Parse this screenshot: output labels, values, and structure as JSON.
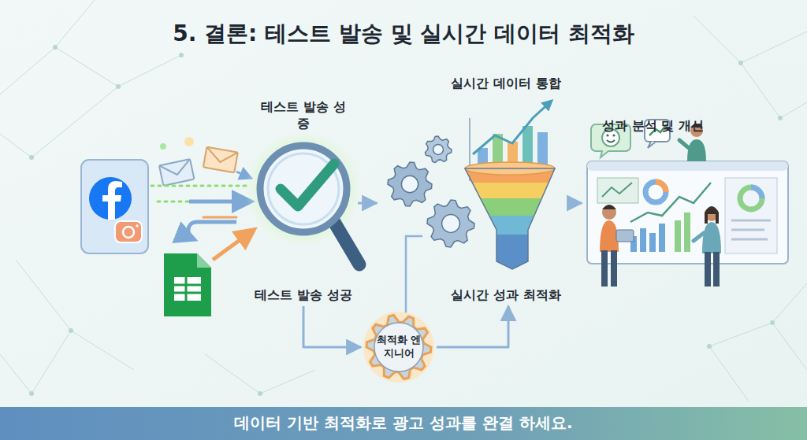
{
  "diagram": {
    "title": "5. 결론: 테스트 발송 및 실시간 데이터 최적화",
    "caption": "데이터 기반 최적화로 광고 성과를 완결 하세요.",
    "nodes": [
      {
        "text": [
          "테스트 발송 성증",
          "테스트 발송 성공"
        ]
      },
      {
        "text": [
          "실시간 데이터 통합",
          "실시간 성과 최적화"
        ]
      },
      {
        "text": [
          "최적화 엔지니어"
        ]
      },
      {
        "text": [
          "성과 분석 및 개선"
        ]
      }
    ],
    "edges": [
      {
        "from": 0,
        "to": 1,
        "arrow": "to"
      },
      {
        "from": 1,
        "to": 3,
        "arrow": "to"
      },
      {
        "from": 0,
        "to": 2,
        "arrow": "to"
      },
      {
        "from": 2,
        "to": 1,
        "arrow": "to"
      }
    ]
  }
}
